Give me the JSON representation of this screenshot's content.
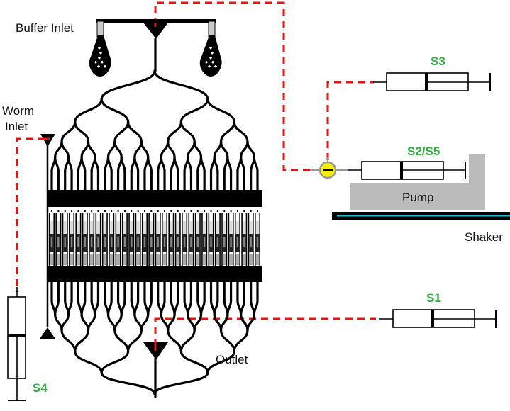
{
  "diagram": {
    "labels": {
      "buffer_inlet": "Buffer Inlet",
      "worm_inlet_line1": "Worm",
      "worm_inlet_line2": "Inlet",
      "outlet": "Outlet",
      "pump": "Pump",
      "shaker": "Shaker"
    },
    "syringes": [
      {
        "id": "s3",
        "label": "S3"
      },
      {
        "id": "s2s5",
        "label": "S2/S5"
      },
      {
        "id": "s1",
        "label": "S1"
      },
      {
        "id": "s4",
        "label": "S4"
      }
    ],
    "channel_count": 32,
    "colors": {
      "tubing": "#ee1111",
      "syringe_label": "#33aa44",
      "valve": "#f5f000",
      "pump_block": "#bbbbbb",
      "shaker_line": "#22bbcc",
      "chip": "#000000"
    }
  }
}
